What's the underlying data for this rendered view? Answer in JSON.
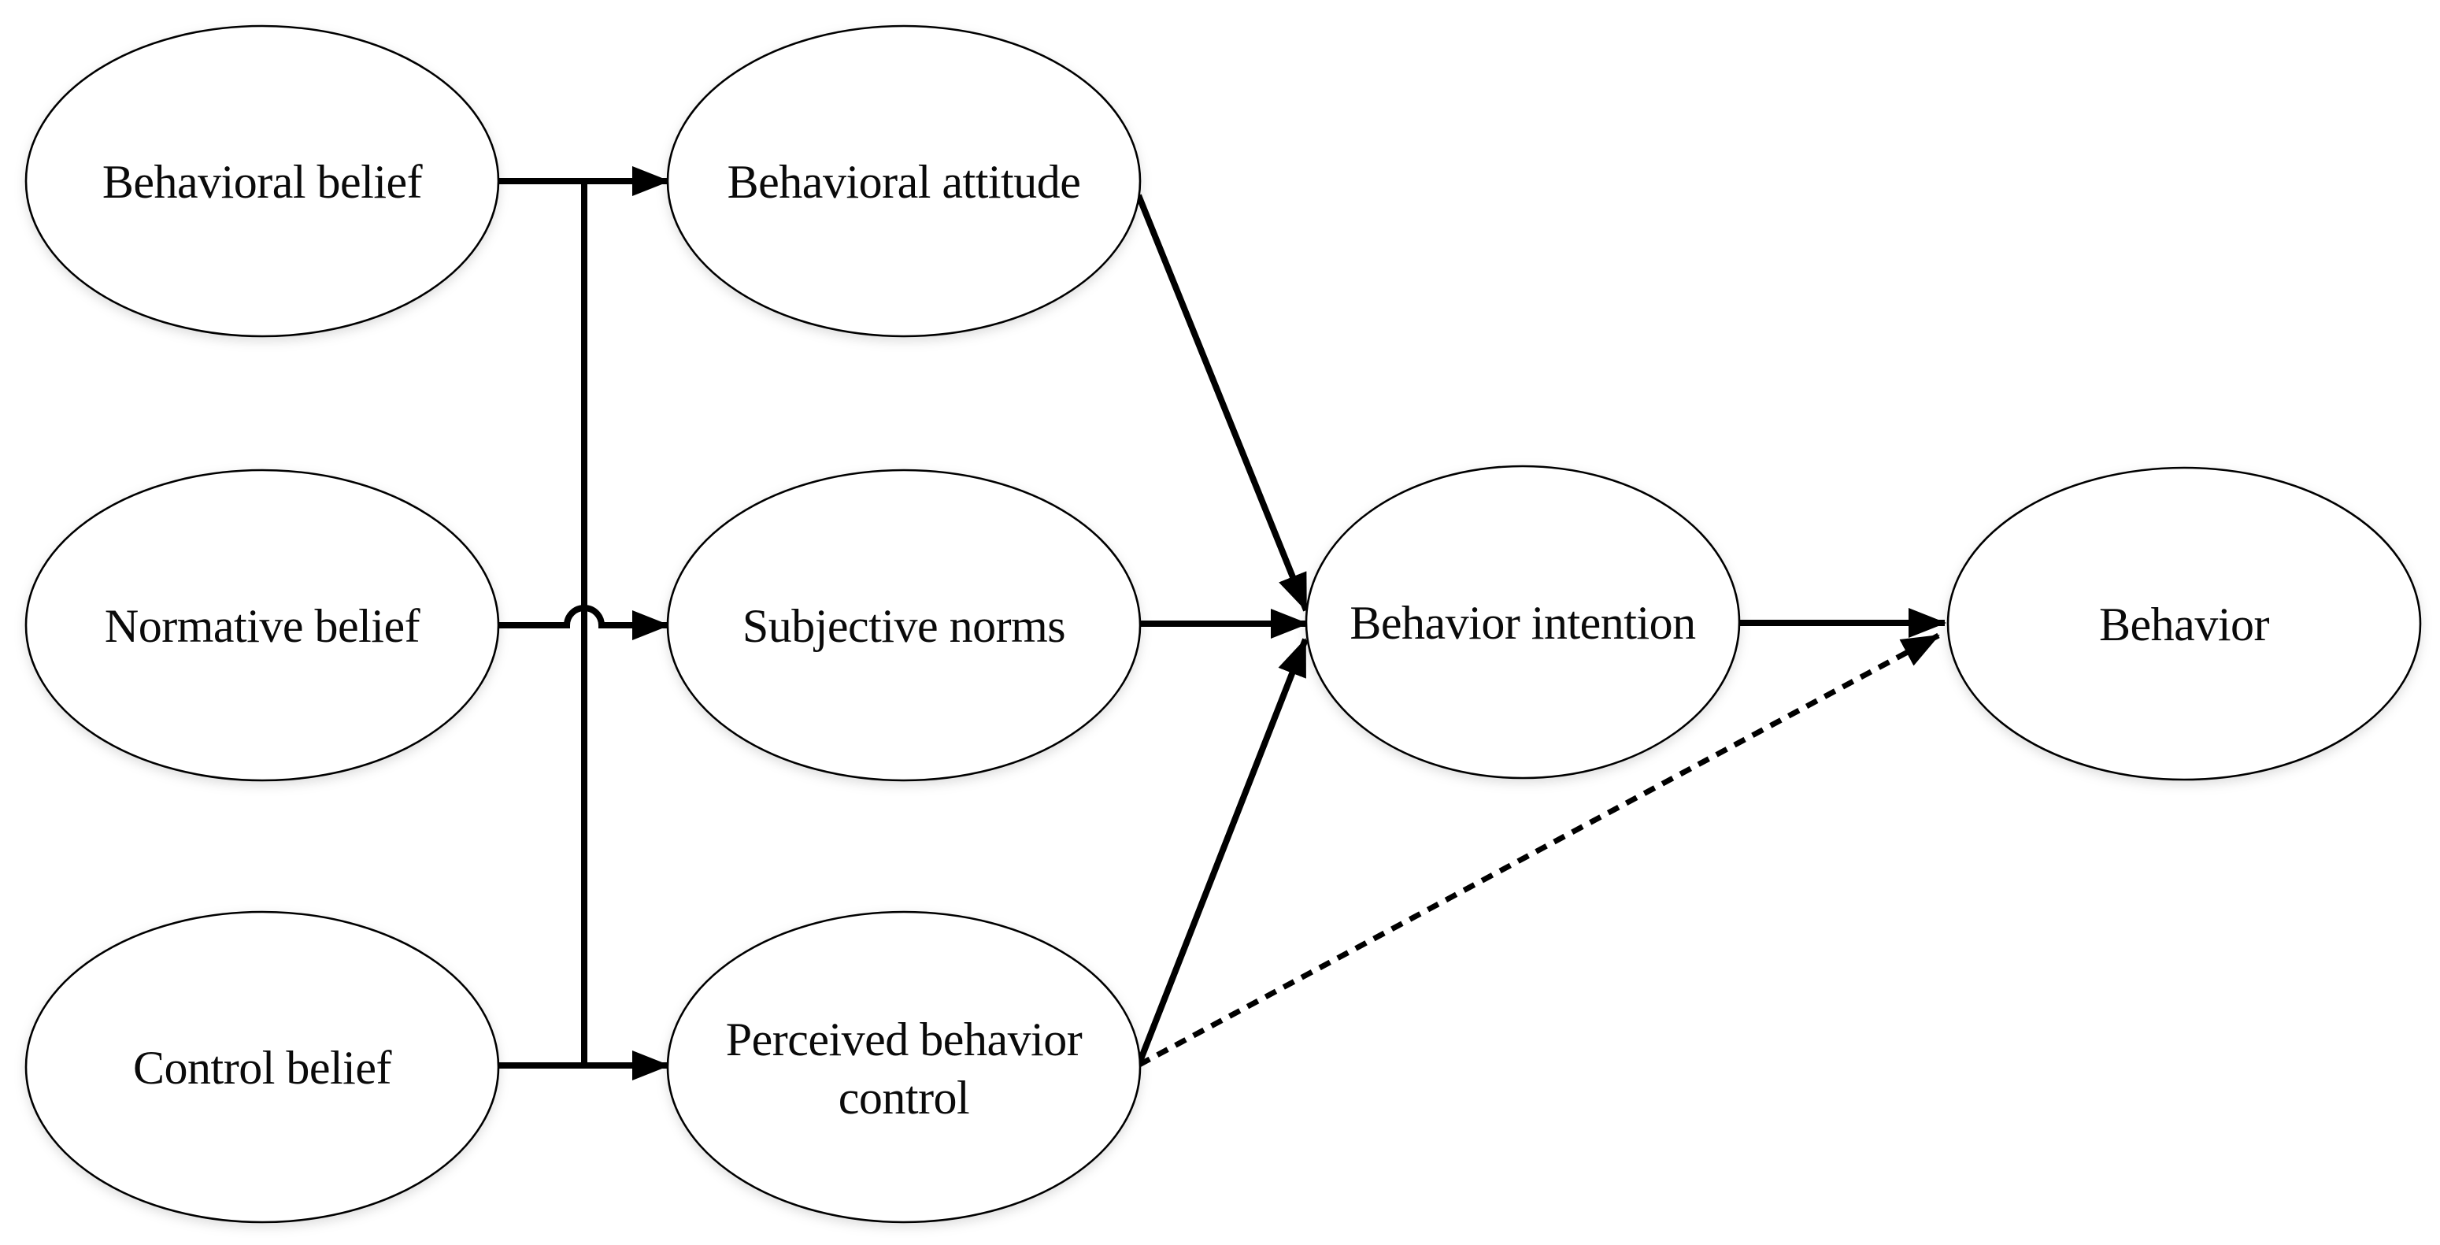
{
  "diagram": {
    "kind": "concept-flow-diagram",
    "colors": {
      "canvas_background": "#ffffff",
      "node_fill": "#ffffff",
      "node_stroke": "#000000",
      "edge_color": "#000000",
      "text_color": "#0a0a0a"
    },
    "nodes": {
      "behavioral_belief": {
        "label": "Behavioral belief"
      },
      "normative_belief": {
        "label": "Normative belief"
      },
      "control_belief": {
        "label": "Control belief"
      },
      "behavioral_attitude": {
        "label": "Behavioral attitude"
      },
      "subjective_norms": {
        "label": "Subjective norms"
      },
      "perceived_behavior_control": {
        "label": "Perceived behavior control",
        "label_line1": "Perceived behavior",
        "label_line2": "control"
      },
      "behavior_intention": {
        "label": "Behavior intention"
      },
      "behavior": {
        "label": "Behavior"
      }
    },
    "edges": [
      {
        "from": "behavioral_belief",
        "to": "behavioral_attitude",
        "style": "solid",
        "arrowhead": "filled-triangle"
      },
      {
        "from": "normative_belief",
        "to": "subjective_norms",
        "style": "solid",
        "arrowhead": "filled-triangle",
        "crossing": "hop over vertical connector"
      },
      {
        "from": "control_belief",
        "to": "perceived_behavior_control",
        "style": "solid",
        "arrowhead": "filled-triangle"
      },
      {
        "from": "behavioral_attitude",
        "to": "behavior_intention",
        "style": "solid",
        "arrowhead": "filled-triangle"
      },
      {
        "from": "subjective_norms",
        "to": "behavior_intention",
        "style": "solid",
        "arrowhead": "filled-triangle"
      },
      {
        "from": "perceived_behavior_control",
        "to": "behavior_intention",
        "style": "solid",
        "arrowhead": "filled-triangle"
      },
      {
        "from": "behavior_intention",
        "to": "behavior",
        "style": "solid",
        "arrowhead": "filled-triangle"
      },
      {
        "from": "perceived_behavior_control",
        "to": "behavior",
        "style": "dashed",
        "arrowhead": "filled-triangle"
      },
      {
        "from": "behavioral_belief_branch",
        "to": "control_belief_branch",
        "style": "solid",
        "arrowhead": "none",
        "note": "vertical bus linking the three belief-to-mediator connectors"
      }
    ]
  }
}
